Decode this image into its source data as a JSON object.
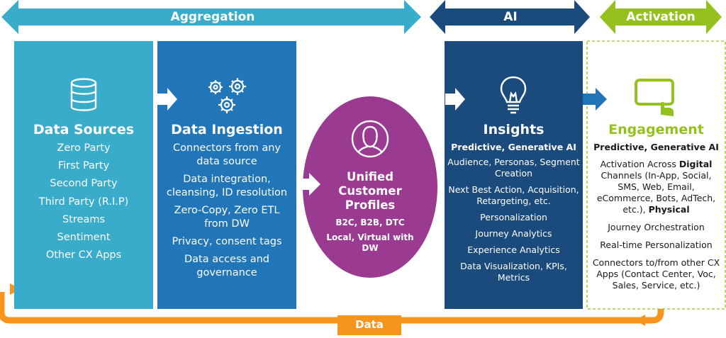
{
  "header": {
    "aggregation": "Aggregation",
    "ai": "AI",
    "activation": "Activation"
  },
  "data_sources": {
    "title": "Data Sources",
    "items": [
      "Zero Party",
      "First Party",
      "Second Party",
      "Third Party (R.I.P)",
      "Streams",
      "Sentiment",
      "Other CX Apps"
    ],
    "icon": "database-icon"
  },
  "data_ingestion": {
    "title": "Data Ingestion",
    "items": [
      "Connectors from any data source",
      "Data integration, cleansing, ID resolution",
      "Zero-Copy, Zero ETL from DW",
      "Privacy, consent tags",
      "Data access and governance"
    ],
    "icon": "gears-icon"
  },
  "profiles": {
    "title": "Unified Customer Profiles",
    "line1": "B2C, B2B, DTC",
    "line2": "Local, Virtual with DW",
    "icon": "person-icon"
  },
  "insights": {
    "title": "Insights",
    "subtitle": "Predictive, Generative AI",
    "items": [
      "Audience, Personas, Segment Creation",
      "Next Best Action, Acquisition, Retargeting, etc.",
      "Personalization",
      "Journey Analytics",
      "Experience Analytics",
      "Data Visualization, KPIs, Metrics"
    ],
    "icon": "lightbulb-icon"
  },
  "engagement": {
    "title": "Engagement",
    "subtitle": "Predictive, Generative AI",
    "activation_pre": "Activation Across ",
    "activation_bold1": "Digital",
    "activation_mid": " Channels (In-App, Social, SMS, Web, Email, eCommerce, Bots, AdTech, etc.), ",
    "activation_bold2": "Physical",
    "items": [
      "Journey Orchestration",
      "Real-time Personalization",
      "Connectors to/from other CX Apps (Contact Center, Voc, Sales, Service, etc.)"
    ],
    "icon": "tablet-touch-icon"
  },
  "footer": {
    "data": "Data"
  },
  "colors": {
    "teal": "#3aaccb",
    "blue": "#2176ba",
    "navy": "#1b4a7c",
    "purple": "#9a3a91",
    "green": "#95c11f",
    "orange": "#f7941d"
  }
}
